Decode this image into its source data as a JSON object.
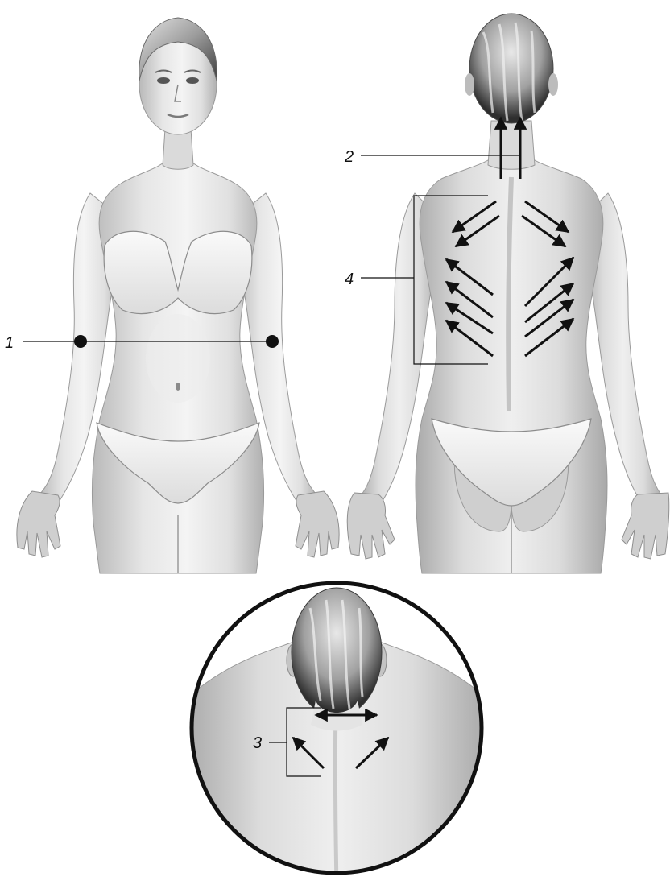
{
  "labels": {
    "acupoint": "1",
    "neck_upward": "2",
    "shoulder_cross": "3",
    "back_diagonal": "4"
  },
  "colors": {
    "skin_light": "#f2f2f2",
    "skin_mid": "#d4d4d4",
    "skin_dark": "#9a9a9a",
    "hair_light": "#bdbdbd",
    "hair_dark": "#3a3a3a",
    "ink": "#111111"
  },
  "icons": {
    "acupoint_marker": "filled-dot",
    "massage_direction": "arrow"
  }
}
